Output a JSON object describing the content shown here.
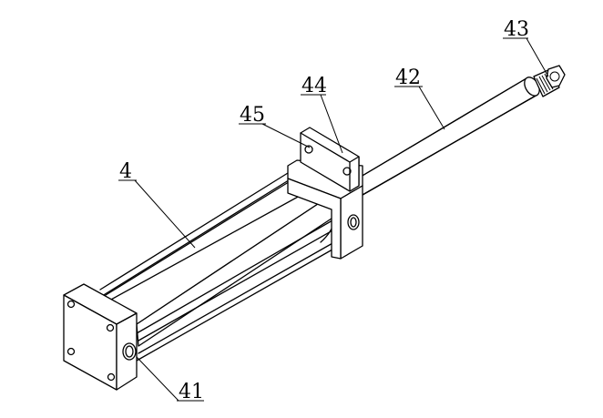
{
  "labels": {
    "l4": "4",
    "l41": "41",
    "l42": "42",
    "l43": "43",
    "l44": "44",
    "l45": "45"
  }
}
